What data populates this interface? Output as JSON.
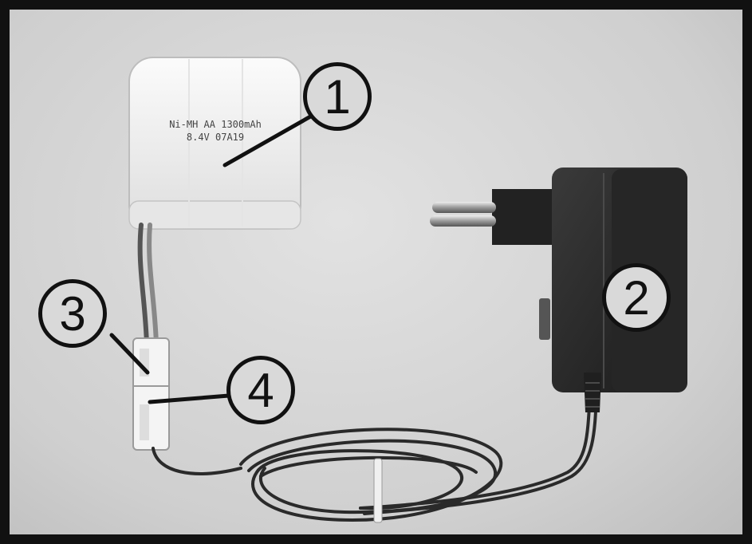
{
  "battery": {
    "label_line1": "Ni-MH AA 1300mAh",
    "label_line2": "8.4V 07A19"
  },
  "callouts": [
    {
      "number": "1"
    },
    {
      "number": "2"
    },
    {
      "number": "3"
    },
    {
      "number": "4"
    }
  ]
}
